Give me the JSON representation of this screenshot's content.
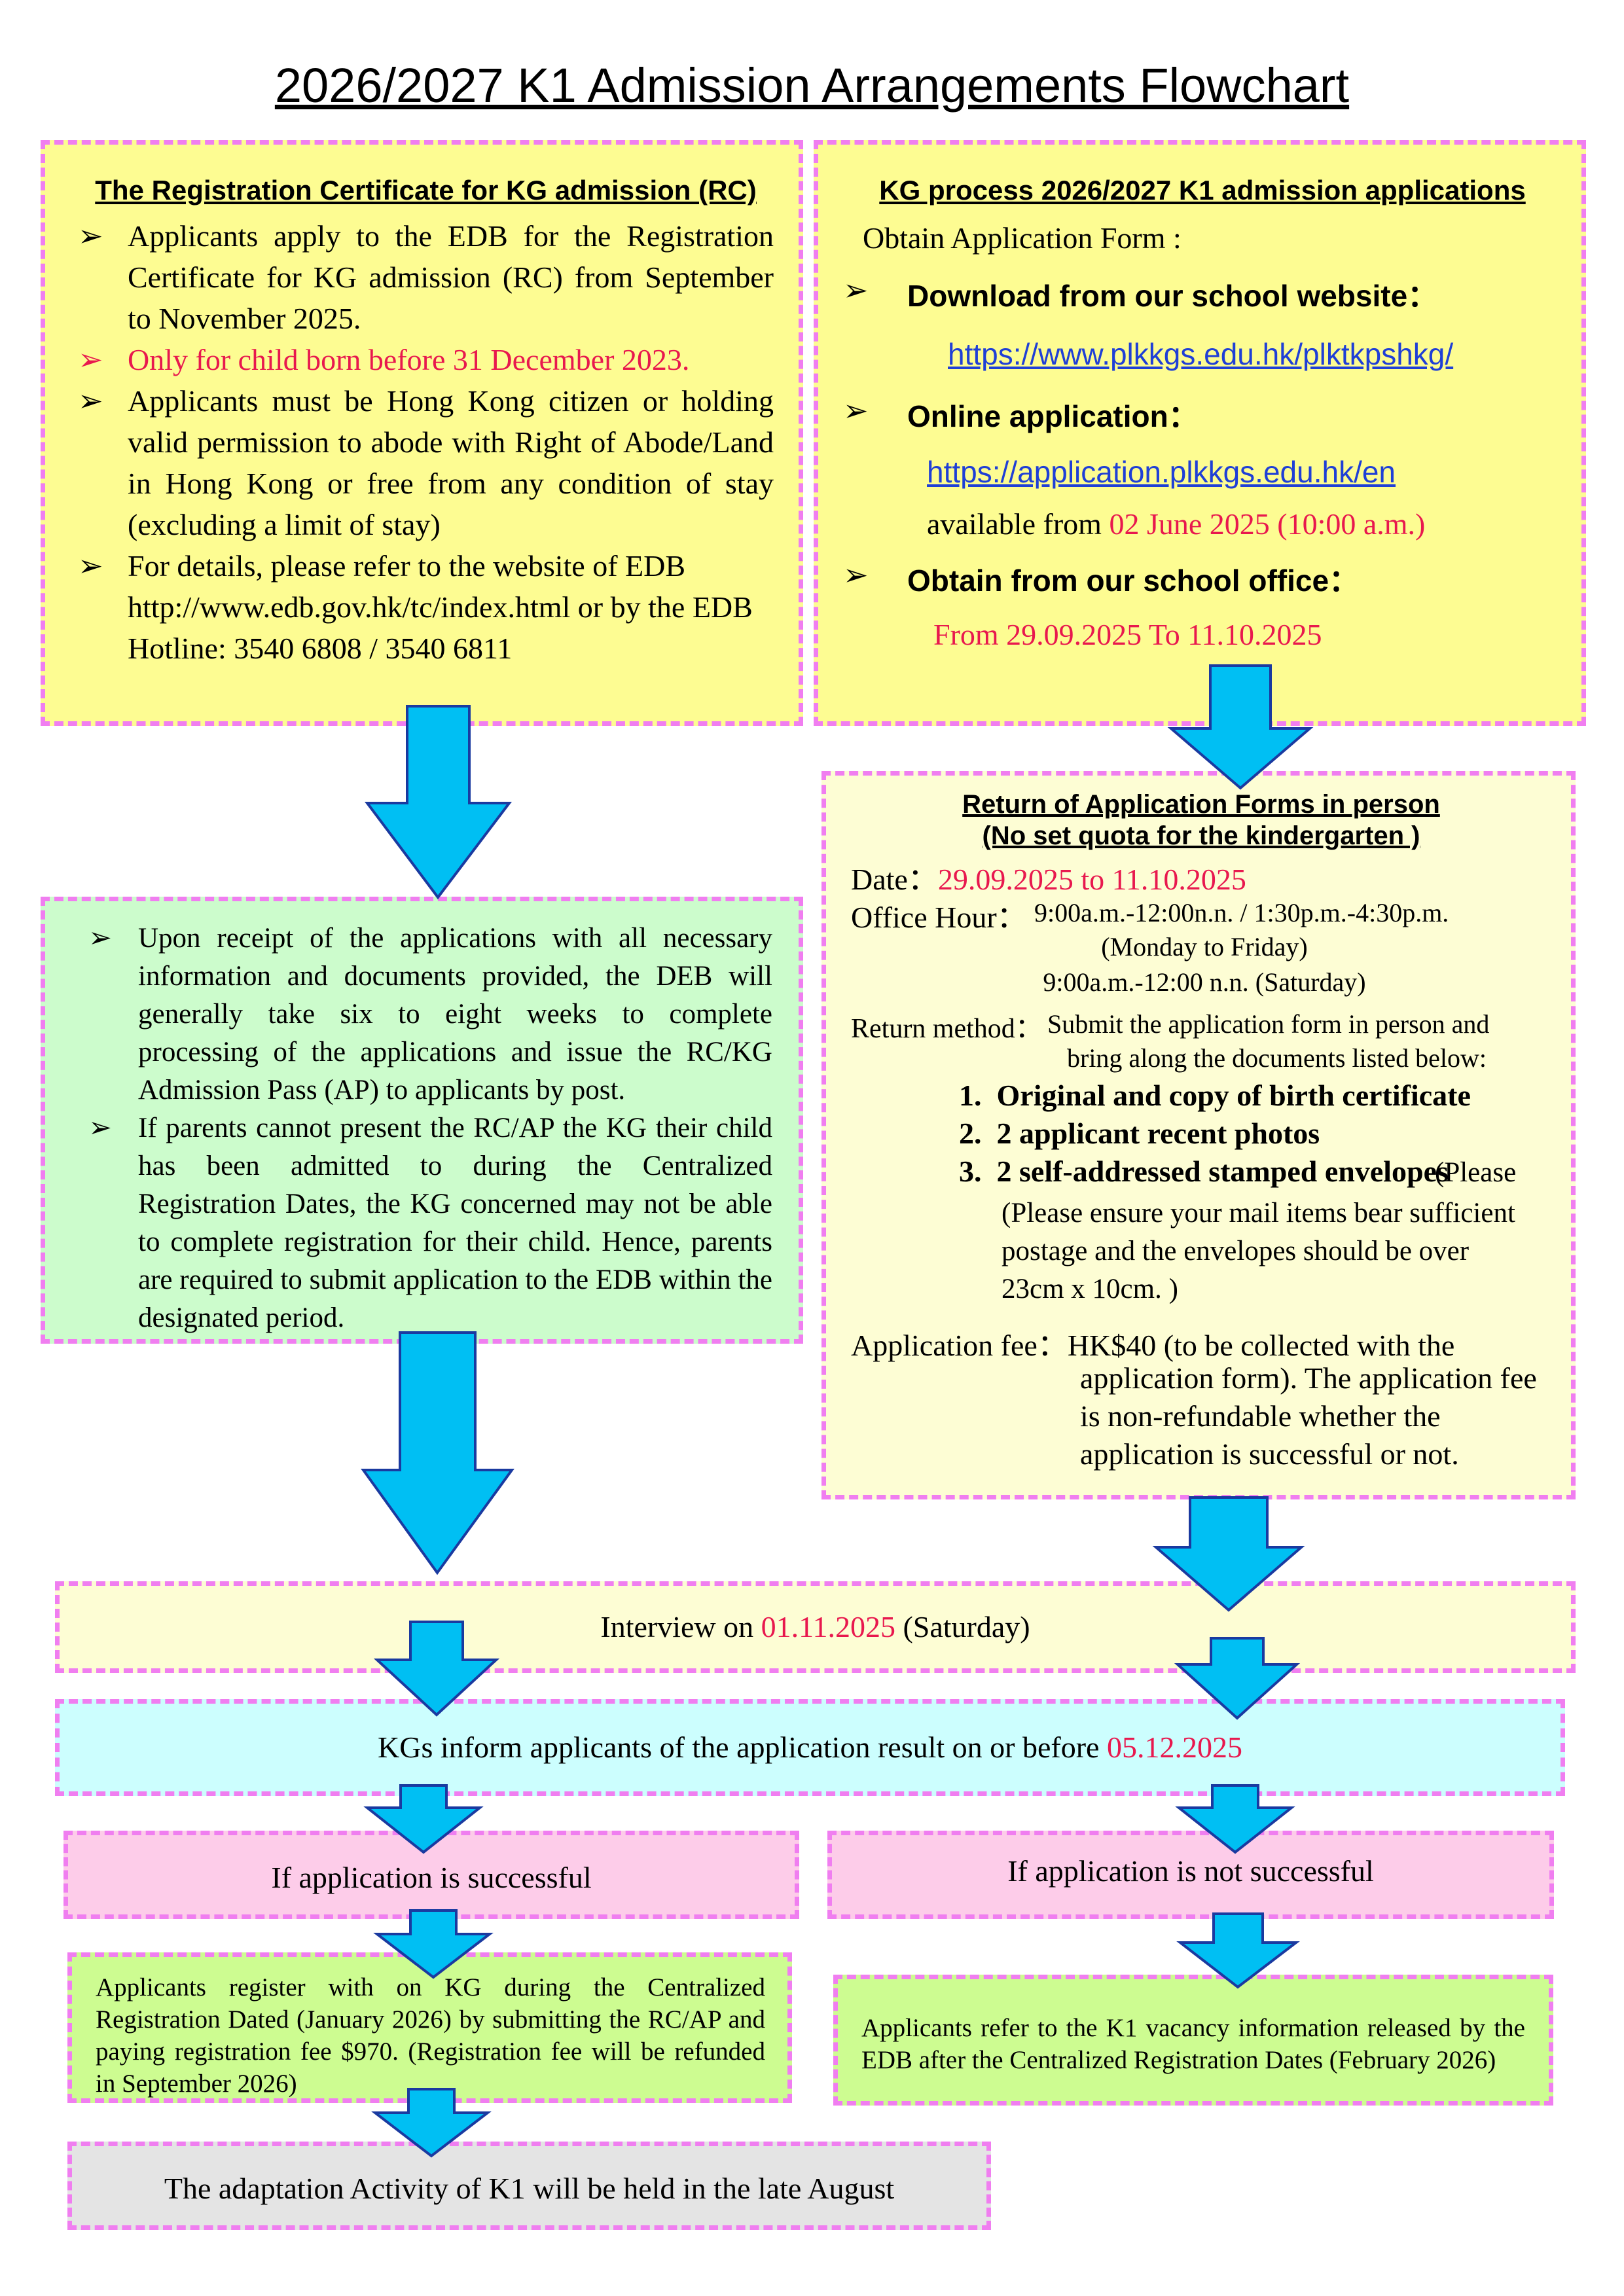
{
  "title": "2026/2027 K1 Admission Arrangements Flowchart",
  "rc_box": {
    "heading": "The Registration Certificate for KG admission (RC)",
    "bullet1": "Applicants apply to the EDB for the Registration Certificate for KG admission (RC) from September to November 2025.",
    "bullet2": "Only for child born before 31 December 2023.",
    "bullet3": "Applicants must be Hong Kong citizen or holding valid permission to abode with Right of Abode/Land in Hong Kong or free from any condition of stay (excluding a limit of stay)",
    "bullet4": "For details, please refer to the website of EDB http://www.edb.gov.hk/tc/index.html or by the EDB Hotline:  3540 6808 / 3540 6811"
  },
  "kg_box": {
    "heading": "KG process 2026/2027 K1 admission applications",
    "obtain_label": "Obtain Application Form :",
    "download_label": "Download from our school website：",
    "download_url": "https://www.plkkgs.edu.hk/plktkpshkg/",
    "online_label": "Online application：",
    "online_url": "https://application.plkkgs.edu.hk/en",
    "available_prefix": "available from ",
    "available_date": "02 June 2025 (10:00 a.m.)",
    "office_label": "Obtain from our school office：",
    "office_period": "From 29.09.2025 To 11.10.2025"
  },
  "processing_box": {
    "bullet1": "Upon receipt of the applications with all necessary information and documents provided, the DEB will generally take six to eight weeks to complete processing of the applications and issue the RC/KG Admission Pass (AP) to applicants by post.",
    "bullet2": "If parents cannot present the RC/AP the KG their child has been admitted to during the Centralized Registration Dates, the KG concerned may not be able to complete registration for their child. Hence, parents are required to submit application to the EDB within the designated period."
  },
  "return_box": {
    "heading1": "Return of Application Forms in person",
    "heading2": "(No set quota for the kindergarten )",
    "date_label": "Date：",
    "date_value": "29.09.2025 to 11.10.2025",
    "office_label": "Office Hour：",
    "office_line1": "9:00a.m.-12:00n.n. / 1:30p.m.-4:30p.m.",
    "office_line2": "(Monday to Friday)",
    "office_line3": "9:00a.m.-12:00 n.n. (Saturday)",
    "return_label": "Return method：",
    "return_line1": "Submit the application form in person and",
    "return_line2": "bring along the documents listed below:",
    "doc1": "Original and copy of birth certificate",
    "doc2": "2 applicant recent photos",
    "doc3_bold": "2 self-addressed stamped envelopes",
    "doc3_rest": "(Please ensure your mail items bear sufficient postage and the envelopes should be over 23cm x 10cm. )",
    "fee_label": "Application fee：",
    "fee_amount": "HK$40",
    "fee_line1": "(to be collected with the",
    "fee_line2": "application form). The application fee is non-refundable whether the application is successful or not."
  },
  "interview": {
    "prefix": "Interview on ",
    "date": "01.11.2025",
    "suffix": " (Saturday)"
  },
  "inform": {
    "prefix": "KGs inform applicants of the application result on or before ",
    "date": "05.12.2025"
  },
  "success": {
    "label": "If application is successful"
  },
  "not_success": {
    "label": "If application is not successful"
  },
  "register": {
    "text": "Applicants register with on KG during the Centralized Registration Dated (January 2026) by submitting the RC/AP and paying registration fee $970. (Registration fee will be refunded in September 2026)"
  },
  "vacancy": {
    "text": "Applicants refer to the K1 vacancy information released by the EDB after the Centralized Registration Dates (February 2026)"
  },
  "adaptation": {
    "text": "The adaptation Activity of K1 will be held in the late August"
  },
  "colors": {
    "arrow_fill": "#00bff3",
    "arrow_stroke": "#1a3aa0",
    "border_pink": "#f07ef0",
    "highlight_red": "#e8184e"
  }
}
